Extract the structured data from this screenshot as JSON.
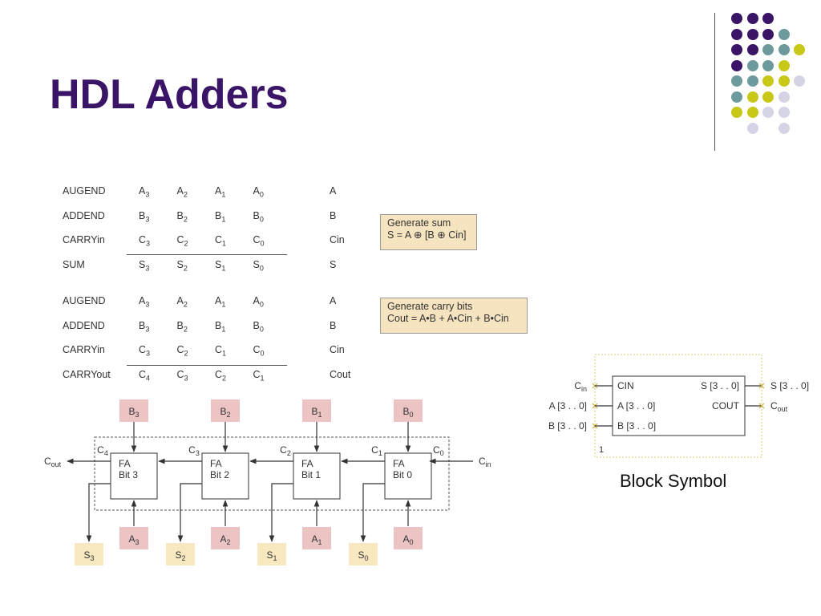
{
  "slide": {
    "title": "HDL Adders",
    "accent_color": "#3a1466"
  },
  "decor": {
    "dot_colors": [
      "#3a1466",
      "#6d9a9c",
      "#c8c818",
      "#d4d4e4"
    ],
    "dot_grid": [
      [
        0,
        0,
        0,
        -1
      ],
      [
        0,
        0,
        0,
        1
      ],
      [
        0,
        0,
        1,
        1,
        2
      ],
      [
        0,
        1,
        1,
        2
      ],
      [
        1,
        1,
        2,
        2,
        3
      ],
      [
        1,
        2,
        2,
        3
      ],
      [
        2,
        2,
        3,
        3
      ],
      [
        -1,
        3,
        -1,
        3
      ]
    ]
  },
  "sum_table": {
    "rows": [
      {
        "label": "AUGEND",
        "bits": [
          "A3",
          "A2",
          "A1",
          "A0"
        ],
        "vector": "A"
      },
      {
        "label": "ADDEND",
        "bits": [
          "B3",
          "B2",
          "B1",
          "B0"
        ],
        "vector": "B"
      },
      {
        "label": "CARRYin",
        "bits": [
          "C3",
          "C2",
          "C1",
          "C0"
        ],
        "vector": "Cin"
      },
      {
        "label": "SUM",
        "bits": [
          "S3",
          "S2",
          "S1",
          "S0"
        ],
        "vector": "S"
      }
    ],
    "note_line1": "Generate sum",
    "note_line2": "S = A ⊕ [B ⊕ Cin]"
  },
  "carry_table": {
    "rows": [
      {
        "label": "AUGEND",
        "bits": [
          "A3",
          "A2",
          "A1",
          "A0"
        ],
        "vector": "A"
      },
      {
        "label": "ADDEND",
        "bits": [
          "B3",
          "B2",
          "B1",
          "B0"
        ],
        "vector": "B"
      },
      {
        "label": "CARRYin",
        "bits": [
          "C3",
          "C2",
          "C1",
          "C0"
        ],
        "vector": "Cin"
      },
      {
        "label": "CARRYout",
        "bits": [
          "C4",
          "C3",
          "C2",
          "C1"
        ],
        "vector": "Cout"
      }
    ],
    "note_line1": "Generate carry bits",
    "note_line2": "Cout = A•B + A•Cin + B•Cin"
  },
  "ripple": {
    "stages": [
      {
        "fa": "FA",
        "bit": "Bit 3",
        "b": "B3",
        "a": "A3",
        "s": "S3",
        "cout": "C4"
      },
      {
        "fa": "FA",
        "bit": "Bit 2",
        "b": "B2",
        "a": "A2",
        "s": "S2",
        "cout": "C3"
      },
      {
        "fa": "FA",
        "bit": "Bit 1",
        "b": "B1",
        "a": "A1",
        "s": "S1",
        "cout": "C2"
      },
      {
        "fa": "FA",
        "bit": "Bit 0",
        "b": "B0",
        "a": "A0",
        "s": "S0",
        "cout": "C1"
      }
    ],
    "c0_label": "C0",
    "cout_label": "Cout",
    "cin_label": "Cin",
    "b_box_color": "#ecc4c4",
    "s_box_color": "#f8e8c0"
  },
  "block_symbol": {
    "pins_left_outer": [
      "Cin",
      "A [3 . . 0]",
      "B [3 . . 0]"
    ],
    "pins_left_inner": [
      "CIN",
      "A [3 . . 0]",
      "B [3 . . 0]"
    ],
    "pins_right_inner": [
      "S [3 . . 0]",
      "COUT"
    ],
    "pins_right_outer": [
      "S [3 . . 0]",
      "Cout"
    ],
    "instance": "1",
    "caption": "Block Symbol"
  }
}
